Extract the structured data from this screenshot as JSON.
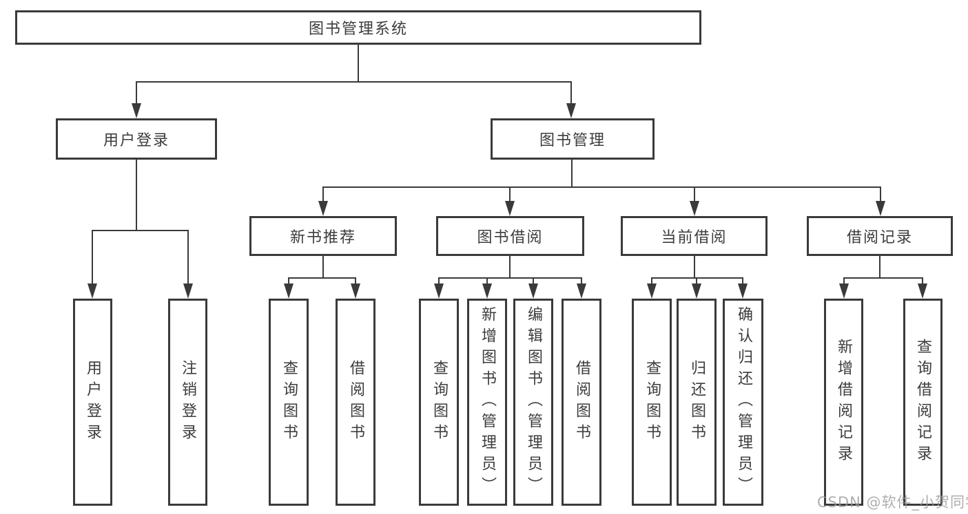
{
  "watermark": "CSDN @软件_小贺同学",
  "colors": {
    "line": "#3a3a3a",
    "text": "#3c3c3c",
    "background": "#ffffff",
    "watermark": "#9a9a9a"
  },
  "tree": {
    "root": {
      "label": "图书管理系统"
    },
    "branches": [
      {
        "label": "用户登录",
        "children": [
          {
            "label": "用户登录"
          },
          {
            "label": "注销登录"
          }
        ]
      },
      {
        "label": "图书管理",
        "sections": [
          {
            "label": "新书推荐",
            "children": [
              {
                "label": "查询图书"
              },
              {
                "label": "借阅图书"
              }
            ]
          },
          {
            "label": "图书借阅",
            "children": [
              {
                "label": "查询图书"
              },
              {
                "label": "新增图书（管理员）"
              },
              {
                "label": "编辑图书（管理员）"
              },
              {
                "label": "借阅图书"
              }
            ]
          },
          {
            "label": "当前借阅",
            "children": [
              {
                "label": "查询图书"
              },
              {
                "label": "归还图书"
              },
              {
                "label": "确认归还（管理员）"
              }
            ]
          },
          {
            "label": "借阅记录",
            "children": [
              {
                "label": "新增借阅记录"
              },
              {
                "label": "查询借阅记录"
              }
            ]
          }
        ]
      }
    ]
  }
}
